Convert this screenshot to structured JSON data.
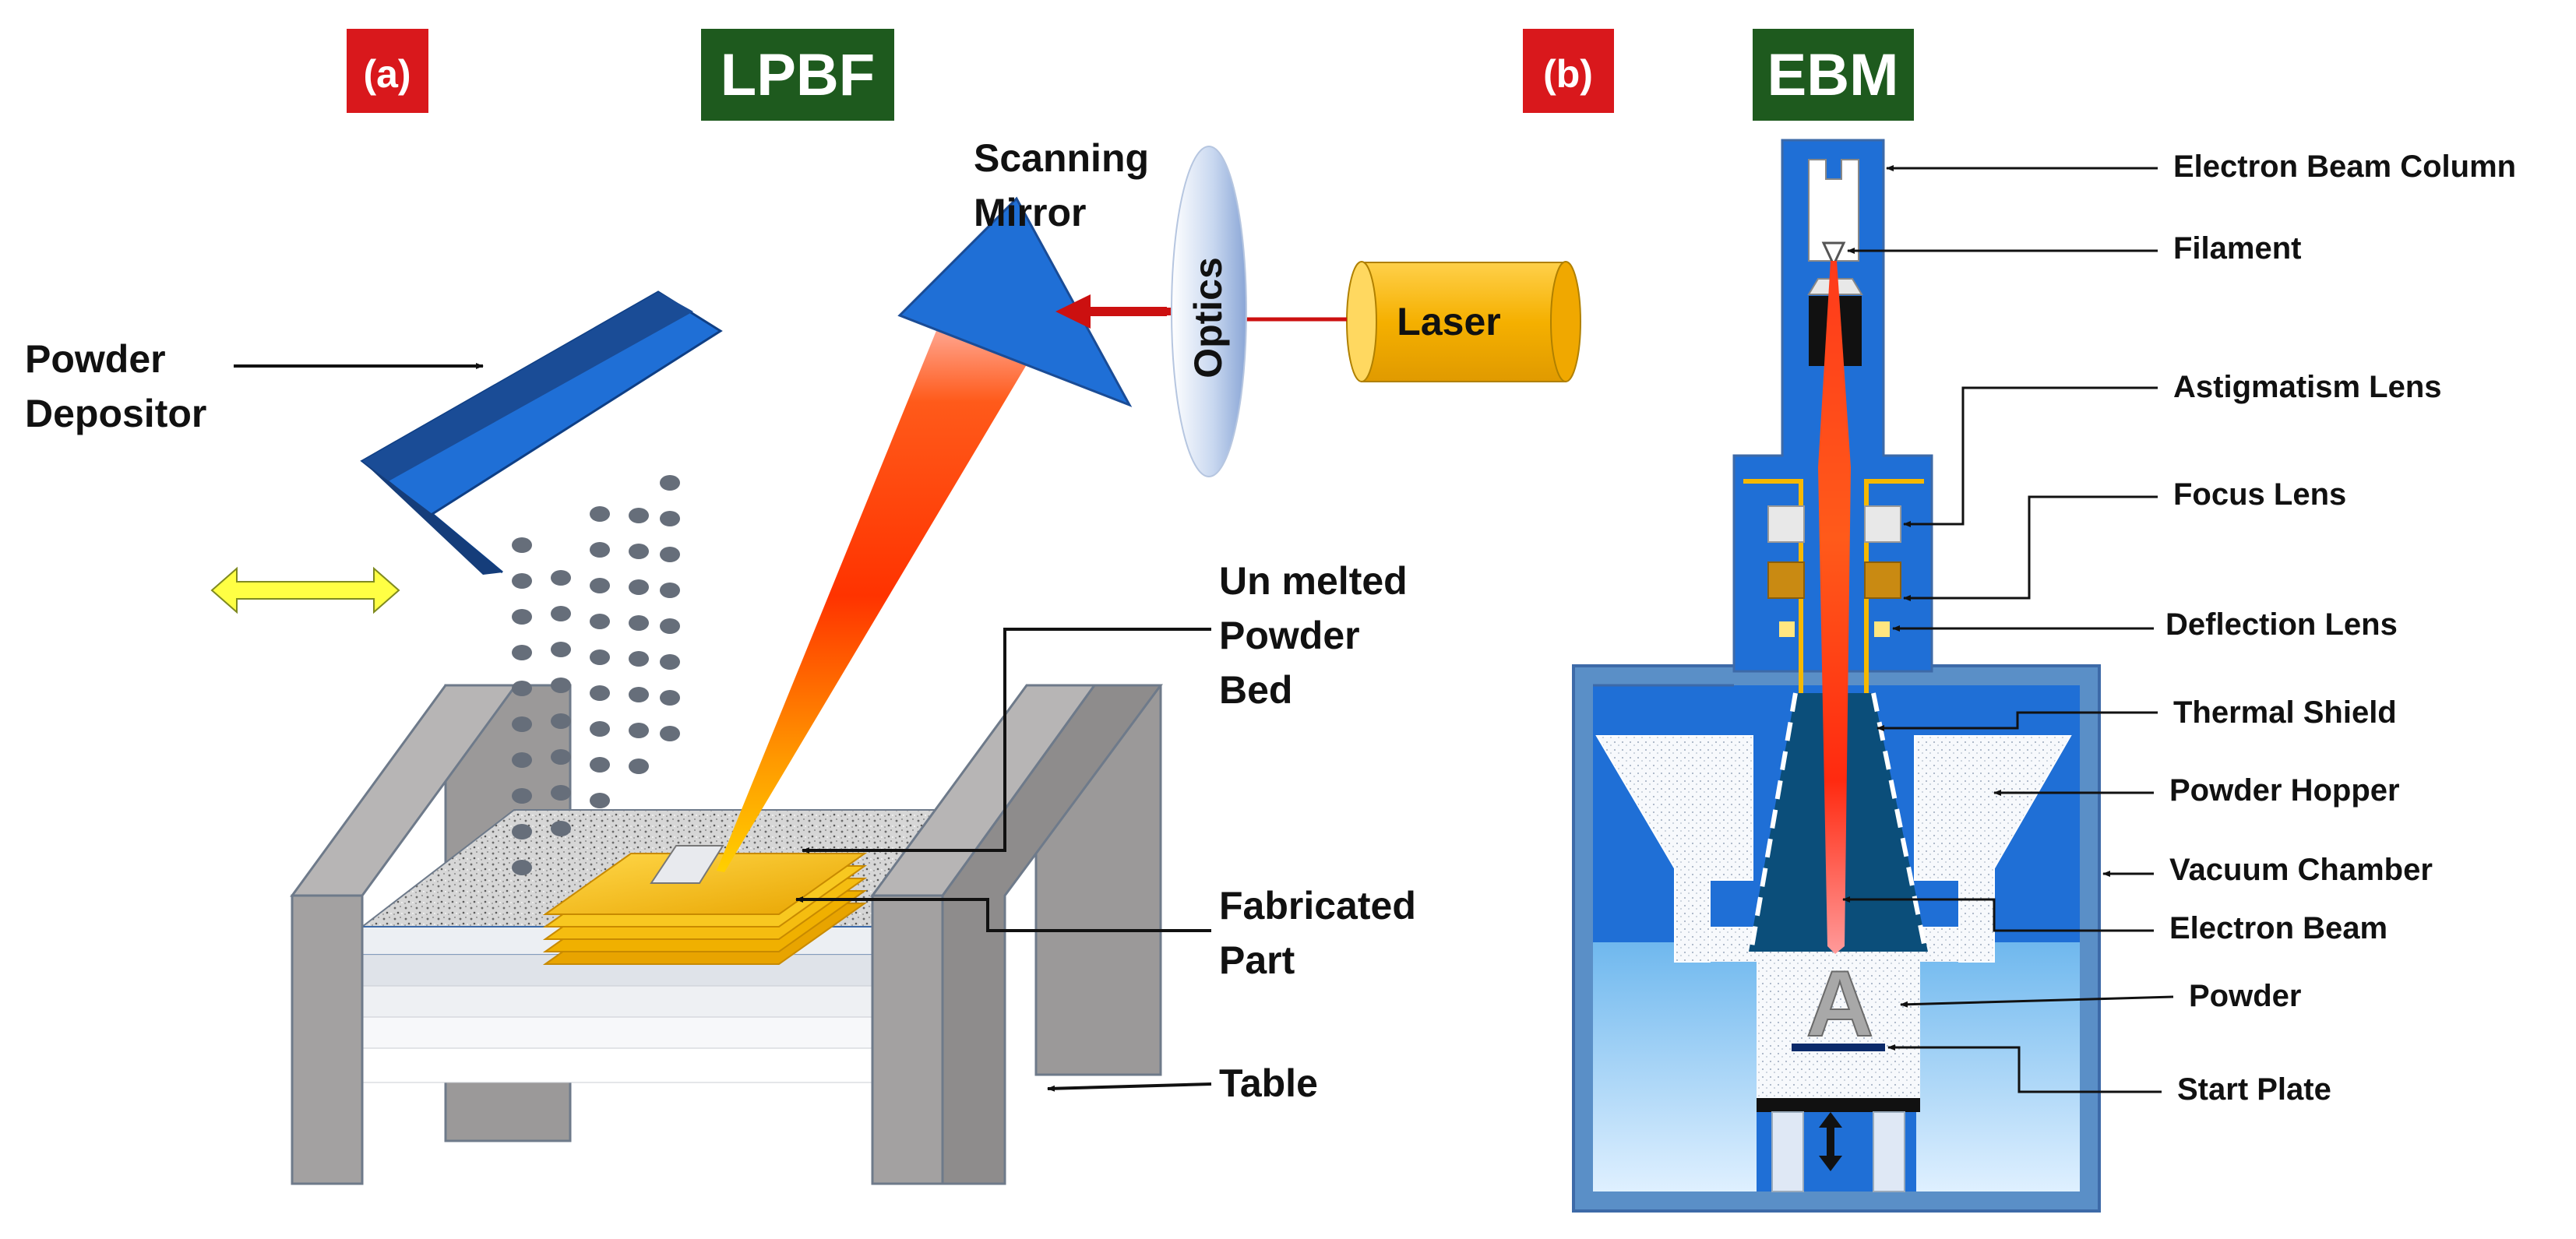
{
  "panel_a": {
    "tag": "(a)",
    "title": "LPBF",
    "labels": {
      "scanning_mirror": [
        "Scanning",
        "Mirror"
      ],
      "optics": "Optics",
      "laser": "Laser",
      "powder_depositor": [
        "Powder",
        "Depositor"
      ],
      "unmelted_powder_bed": [
        "Un melted",
        "Powder",
        "Bed"
      ],
      "fabricated_part": [
        "Fabricated",
        "Part"
      ],
      "table": "Table"
    }
  },
  "panel_b": {
    "tag": "(b)",
    "title": "EBM",
    "part_glyph": "A",
    "labels": {
      "electron_beam_column": "Electron Beam Column",
      "filament": "Filament",
      "astigmatism_lens": "Astigmatism Lens",
      "focus_lens": "Focus Lens",
      "deflection_lens": "Deflection Lens",
      "thermal_shield": "Thermal Shield",
      "powder_hopper": "Powder Hopper",
      "vacuum_chamber": "Vacuum Chamber",
      "electron_beam": "Electron Beam",
      "powder": "Powder",
      "start_plate": "Start Plate"
    }
  },
  "colors": {
    "tag_red": "#d9181c",
    "title_green": "#1e5a1e",
    "machine_blue": "#1f6fd6",
    "laser_orange": "#f5b800",
    "wall_gray": "#9b9999"
  }
}
